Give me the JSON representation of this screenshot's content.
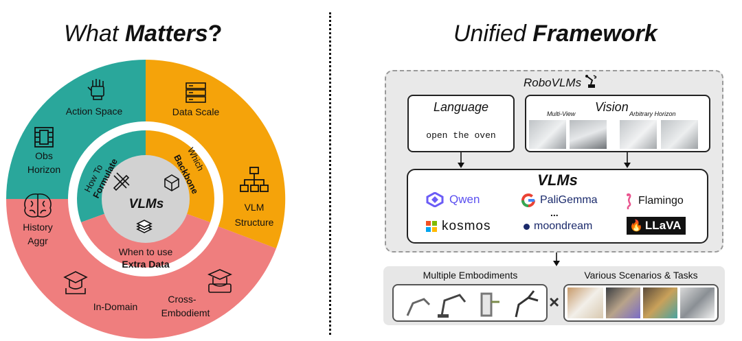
{
  "left": {
    "title_plain": "What ",
    "title_bold": "Matters",
    "title_mark": "?",
    "center": "VLMs",
    "inner_top_left_1": "How To",
    "inner_top_left_2": "Formulate",
    "inner_top_right_1": "Which",
    "inner_top_right_2": "Backbone",
    "inner_bottom_1": "When to use",
    "inner_bottom_2": "Extra Data",
    "outer": {
      "action_space": "Action Space",
      "obs_1": "Obs",
      "obs_2": "Horizon",
      "history_1": "History",
      "history_2": "Aggr",
      "data_scale": "Data Scale",
      "vlm_1": "VLM",
      "vlm_2": "Structure",
      "in_domain": "In-Domain",
      "cross_1": "Cross-",
      "cross_2": "Embodiemt"
    },
    "colors": {
      "teal": "#2aa79b",
      "orange": "#f5a30a",
      "pink": "#ef7e7e",
      "gray": "#d2d2d2"
    }
  },
  "right": {
    "title_plain": "Unified ",
    "title_bold": "Framework",
    "framework_label": "RoboVLMs",
    "language_title": "Language",
    "language_text": "open the oven",
    "vision_title": "Vision",
    "multi_view": "Multi-View",
    "arbitrary_horizon": "Arbitrary Horizon",
    "vlms_title": "VLMs",
    "models": [
      "Qwen",
      "PaliGemma",
      "Flamingo",
      "kosmos",
      "moondream",
      "LLaVA"
    ],
    "ellipsis": "...",
    "embodiments": "Multiple Embodiments",
    "scenarios": "Various Scenarios & Tasks",
    "times": "×"
  }
}
